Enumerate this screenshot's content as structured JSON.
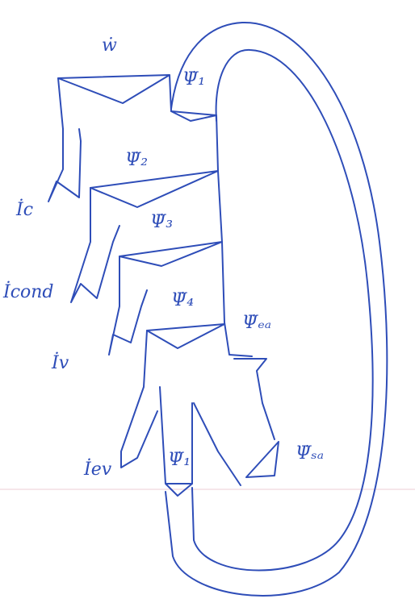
{
  "colors": {
    "ink": "#2e4db8",
    "paper": "#ffffff"
  },
  "labels": {
    "w": "ẇ",
    "psi1_top": "Ψ̇₁",
    "psi2": "Ψ̇₂",
    "psi3": "Ψ̇₃",
    "psi4": "Ψ̇₄",
    "psi_ea": "Ψ̇ₑₐ",
    "psi_sa": "Ψ̇ₛₐ",
    "psi1_bottom": "Ψ̇₁",
    "i_c": "İc",
    "i_cond": "İcond",
    "i_v": "İv",
    "i_ev": "İev"
  }
}
